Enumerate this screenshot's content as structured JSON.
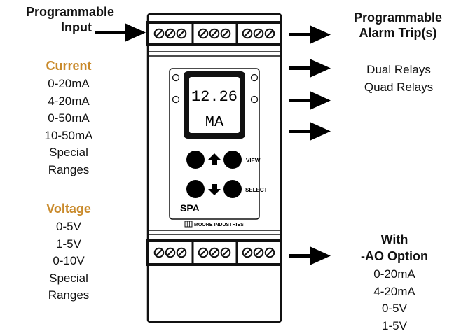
{
  "input": {
    "title_line1": "Programmable",
    "title_line2": "Input",
    "current_heading": "Current",
    "current_items": [
      "0-20mA",
      "4-20mA",
      "0-50mA",
      "10-50mA",
      "Special",
      "Ranges"
    ],
    "voltage_heading": "Voltage",
    "voltage_items": [
      "0-5V",
      "1-5V",
      "0-10V",
      "Special",
      "Ranges"
    ]
  },
  "alarm": {
    "title_line1": "Programmable",
    "title_line2": "Alarm Trip(s)",
    "items": [
      "Dual Relays",
      "Quad Relays"
    ]
  },
  "analog_output": {
    "title_line1": "With",
    "title_line2": "-AO Option",
    "items": [
      "0-20mA",
      "4-20mA",
      "0-5V",
      "1-5V"
    ]
  },
  "device": {
    "display_value": "12.26",
    "display_unit": "MA",
    "view_label": "VIEW",
    "select_label": "SELECT",
    "model": "SPA",
    "brand": "MOORE INDUSTRIES"
  },
  "colors": {
    "accent": "#c98a2b",
    "device_outline": "#111111"
  }
}
